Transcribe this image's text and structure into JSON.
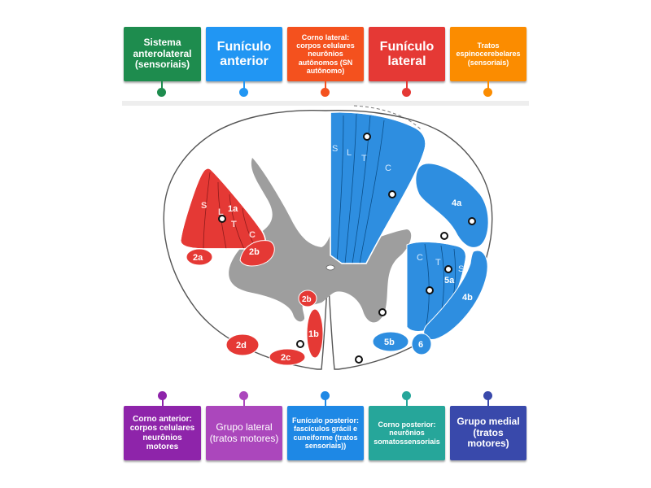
{
  "top_labels": [
    {
      "text": "Sistema anterolateral (sensoriais)",
      "color": "#1e8c4e"
    },
    {
      "text": "Funículo anterior",
      "color": "#2196f3"
    },
    {
      "text": "Corno lateral: corpos celulares neurônios autônomos (SN autônomo)",
      "color": "#f4511e"
    },
    {
      "text": "Funículo lateral",
      "color": "#e53935"
    },
    {
      "text": "Tratos espinocerebelares (sensoriais)",
      "color": "#fb8c00"
    }
  ],
  "bottom_labels": [
    {
      "text": "Corno anterior: corpos celulares neurônios motores",
      "color": "#8e24aa"
    },
    {
      "text": "Grupo lateral (tratos motores)",
      "color": "#ab47bc"
    },
    {
      "text": "Funículo posterior: fascículos grácil e cuneiforme (tratos sensoriais))",
      "color": "#1e88e5"
    },
    {
      "text": "Corno posterior: neurônios somatossensoriais",
      "color": "#26a69a"
    },
    {
      "text": "Grupo medial (tratos motores)",
      "color": "#3949ab"
    }
  ],
  "diagram": {
    "tract_labels": {
      "s_left": "S",
      "l_left": "L",
      "t_left": "T",
      "c_left": "C",
      "n1a": "1a",
      "n2a": "2a",
      "n2b": "2b",
      "n2b_small": "2b",
      "n1b": "1b",
      "n2d": "2d",
      "n2c": "2c",
      "s_top": "S",
      "l_top": "L",
      "t_top": "T",
      "c_top": "C",
      "n4a": "4a",
      "c_right": "C",
      "t_right": "T",
      "s_right": "S",
      "n5a": "5a",
      "n4b": "4b",
      "n5b": "5b",
      "n6": "6"
    }
  }
}
